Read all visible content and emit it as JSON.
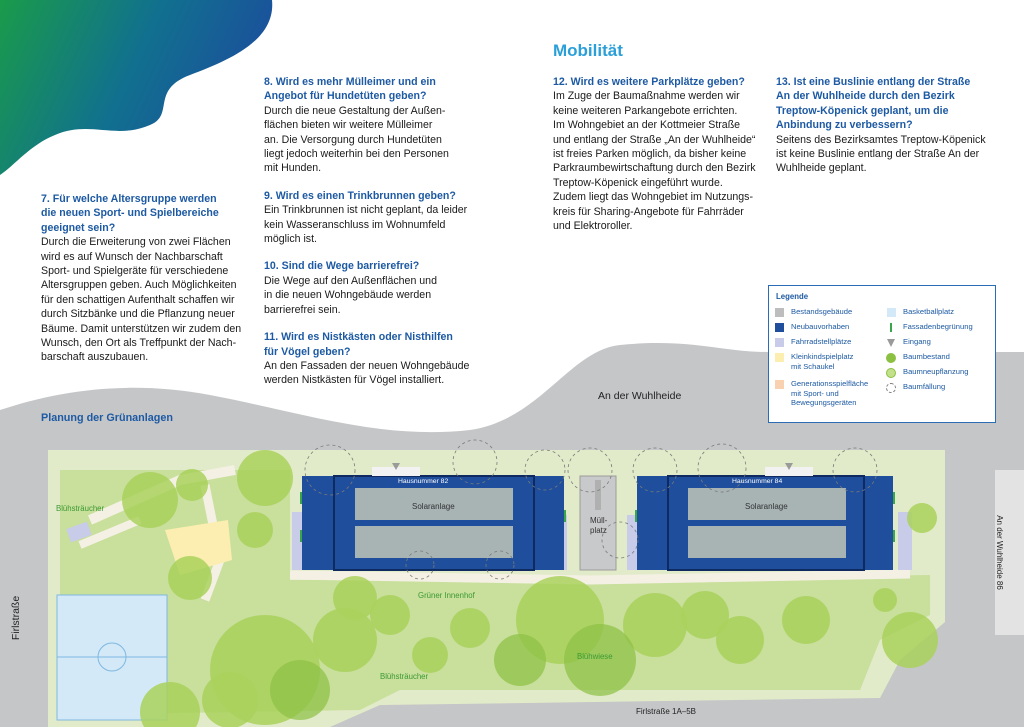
{
  "section_title": "Mobilität",
  "plan_title": "Planung der Grünanlagen",
  "questions": {
    "q7": {
      "q": [
        "7. Für welche Altersgruppe werden",
        "die neuen Sport- und Spielbereiche",
        "geeignet sein?"
      ],
      "a": [
        "Durch die Erweiterung von zwei Flächen",
        "wird es auf Wunsch der Nachbarschaft",
        "Sport- und Spielgeräte für verschiedene",
        "Altersgruppen geben. Auch Möglichkeiten",
        "für den schattigen Aufenthalt schaffen wir",
        "durch Sitzbänke und die Pflanzung neuer",
        "Bäume. Damit unterstützen wir zudem den",
        "Wunsch, den Ort als Treffpunkt der Nach-",
        "barschaft auszubauen."
      ]
    },
    "q8": {
      "q": [
        "8. Wird es mehr Mülleimer und ein",
        "Angebot für Hundetüten geben?"
      ],
      "a": [
        "Durch die neue Gestaltung der Außen-",
        "flächen bieten wir weitere Mülleimer",
        "an. Die Versorgung durch Hundetüten",
        "liegt jedoch weiterhin bei den Personen",
        "mit Hunden."
      ]
    },
    "q9": {
      "q": [
        "9. Wird es einen Trinkbrunnen geben?"
      ],
      "a": [
        "Ein Trinkbrunnen ist nicht geplant, da leider",
        "kein Wasseranschluss im Wohnumfeld",
        "möglich ist."
      ]
    },
    "q10": {
      "q": [
        "10. Sind die Wege barrierefrei?"
      ],
      "a": [
        "Die Wege auf den Außenflächen und",
        "in die neuen Wohngebäude werden",
        "barrierefrei sein."
      ]
    },
    "q11": {
      "q": [
        "11. Wird es Nistkästen oder Nisthilfen",
        "für Vögel geben?"
      ],
      "a": [
        "An den Fassaden der neuen Wohngebäude",
        "werden Nistkästen für Vögel installiert."
      ]
    },
    "q12": {
      "q": [
        "12. Wird es weitere Parkplätze geben?"
      ],
      "a": [
        "Im Zuge der Baumaßnahme werden wir",
        "keine weiteren Parkangebote errichten.",
        "Im Wohngebiet an der Kottmeier Straße",
        "und entlang der Straße „An der Wuhlheide“",
        "ist freies Parken möglich, da bisher keine",
        "Parkraumbewirtschaftung durch den Bezirk",
        "Treptow-Köpenick eingeführt wurde.",
        "Zudem liegt das Wohngebiet im Nutzungs-",
        "kreis für Sharing-Angebote für Fahrräder",
        "und Elektroroller."
      ]
    },
    "q13": {
      "q": [
        "13. Ist eine Buslinie entlang der Straße",
        "An der Wuhlheide durch den Bezirk",
        "Treptow-Köpenick geplant, um die",
        "Anbindung zu verbessern?"
      ],
      "a": [
        "Seitens des Bezirksamtes Treptow-Köpenick",
        "ist keine Buslinie entlang der Straße An der",
        "Wuhlheide geplant."
      ]
    }
  },
  "map": {
    "street_top": "An der Wuhlheide",
    "street_left": "Firlstraße",
    "street_right": "An der Wuhlheide 86",
    "street_bottom": "Firlstraße 1A–5B",
    "house_82": "Hausnummer 82",
    "house_84": "Hausnummer 84",
    "solar": "Solaranlage",
    "muell": [
      "Müll-",
      "platz"
    ],
    "innenhof": "Grüner Innenhof",
    "bluehwiese": "Blühwiese",
    "bluehstraeucher": "Blühsträucher"
  },
  "legend": {
    "title": "Legende",
    "items": [
      {
        "label": [
          "Bestandsgebäude"
        ],
        "color": "#bdbdbd"
      },
      {
        "label": [
          "Neubauvorhaben"
        ],
        "color": "#1f4e9c"
      },
      {
        "label": [
          "Fahrradstellplätze"
        ],
        "color": "#c8cce8"
      },
      {
        "label": [
          "Kleinkindspielplatz",
          "mit Schaukel"
        ],
        "color": "#fbeeb0"
      },
      {
        "label": [
          "Generationsspielfläche",
          "mit Sport- und",
          "Bewegungsgeräten"
        ],
        "color": "#f8d2b0"
      },
      {
        "label": [
          "Basketballplatz"
        ],
        "color": "#d3e9f7"
      },
      {
        "label": [
          "Fassadenbegrünung"
        ],
        "color": "#3aa64a"
      },
      {
        "label": [
          "Eingang"
        ],
        "color": "#9a9a9a"
      },
      {
        "label": [
          "Baumbestand"
        ],
        "color": "#8cc043"
      },
      {
        "label": [
          "Baumneupflanzung"
        ],
        "color": "#c3e08a"
      },
      {
        "label": [
          "Baumfällung"
        ],
        "color": "#ffffff"
      }
    ]
  }
}
